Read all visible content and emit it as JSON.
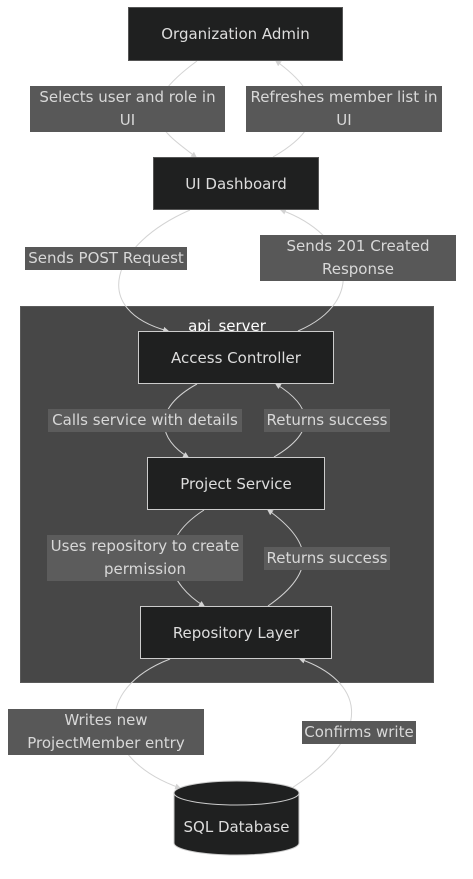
{
  "diagram": {
    "cluster": {
      "label": "api_server"
    },
    "nodes": {
      "org_admin": "Organization Admin",
      "ui_dashboard": "UI Dashboard",
      "access_controller": "Access Controller",
      "project_service": "Project Service",
      "repository_layer": "Repository Layer",
      "sql_database": "SQL Database"
    },
    "edges": {
      "selects_user": "Selects user and role in UI",
      "refreshes_list": "Refreshes member list in UI",
      "sends_post": "Sends POST Request",
      "sends_201": "Sends 201 Created Response",
      "calls_service": "Calls service with details",
      "returns_success_1": "Returns success",
      "uses_repository": "Uses repository to create permission",
      "returns_success_2": "Returns success",
      "writes_entry": "Writes new ProjectMember entry",
      "confirms_write": "Confirms write"
    },
    "colors": {
      "background": "#ffffff",
      "cluster_fill": "#474747",
      "node_fill": "#1f2020",
      "label_fill": "#585858",
      "edge_stroke": "#d3d3d3"
    }
  }
}
